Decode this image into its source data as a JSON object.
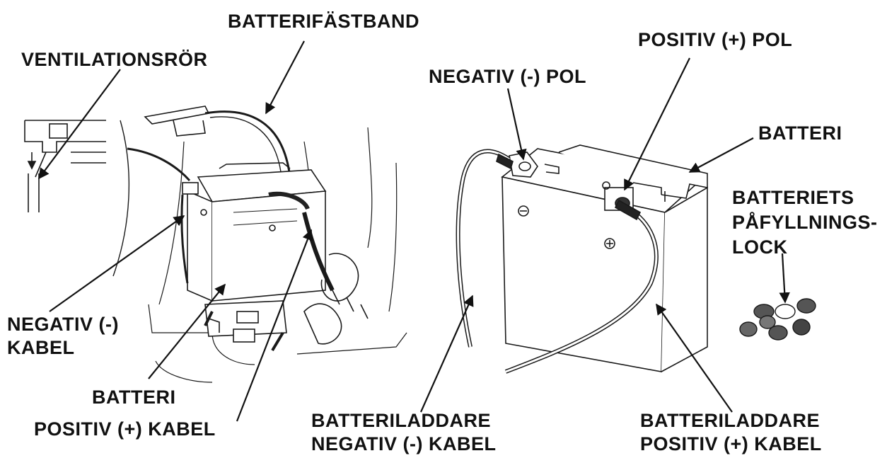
{
  "labels": {
    "batterifastband": "BATTERIFÄSTBAND",
    "ventilationsror": "VENTILATIONSRÖR",
    "negativ_kabel_1": "NEGATIV (-)",
    "negativ_kabel_2": "KABEL",
    "batteri_left": "BATTERI",
    "positiv_kabel": "POSITIV (+) KABEL",
    "negativ_pol": "NEGATIV (-) POL",
    "positiv_pol": "POSITIV (+) POL",
    "batteri_right": "BATTERI",
    "fill_caps_1": "BATTERIETS",
    "fill_caps_2": "PÅFYLLNINGS-",
    "fill_caps_3": "LOCK",
    "charger_neg_1": "BATTERILADDARE",
    "charger_neg_2": "NEGATIV (-) KABEL",
    "charger_pos_1": "BATTERILADDARE",
    "charger_pos_2": "POSITIV (+) KABEL"
  },
  "colors": {
    "ink": "#111111",
    "line": "#1a1a1a",
    "background": "#ffffff"
  },
  "icons": {
    "negative_terminal": "minus-symbol",
    "positive_terminal": "plus-symbol"
  }
}
